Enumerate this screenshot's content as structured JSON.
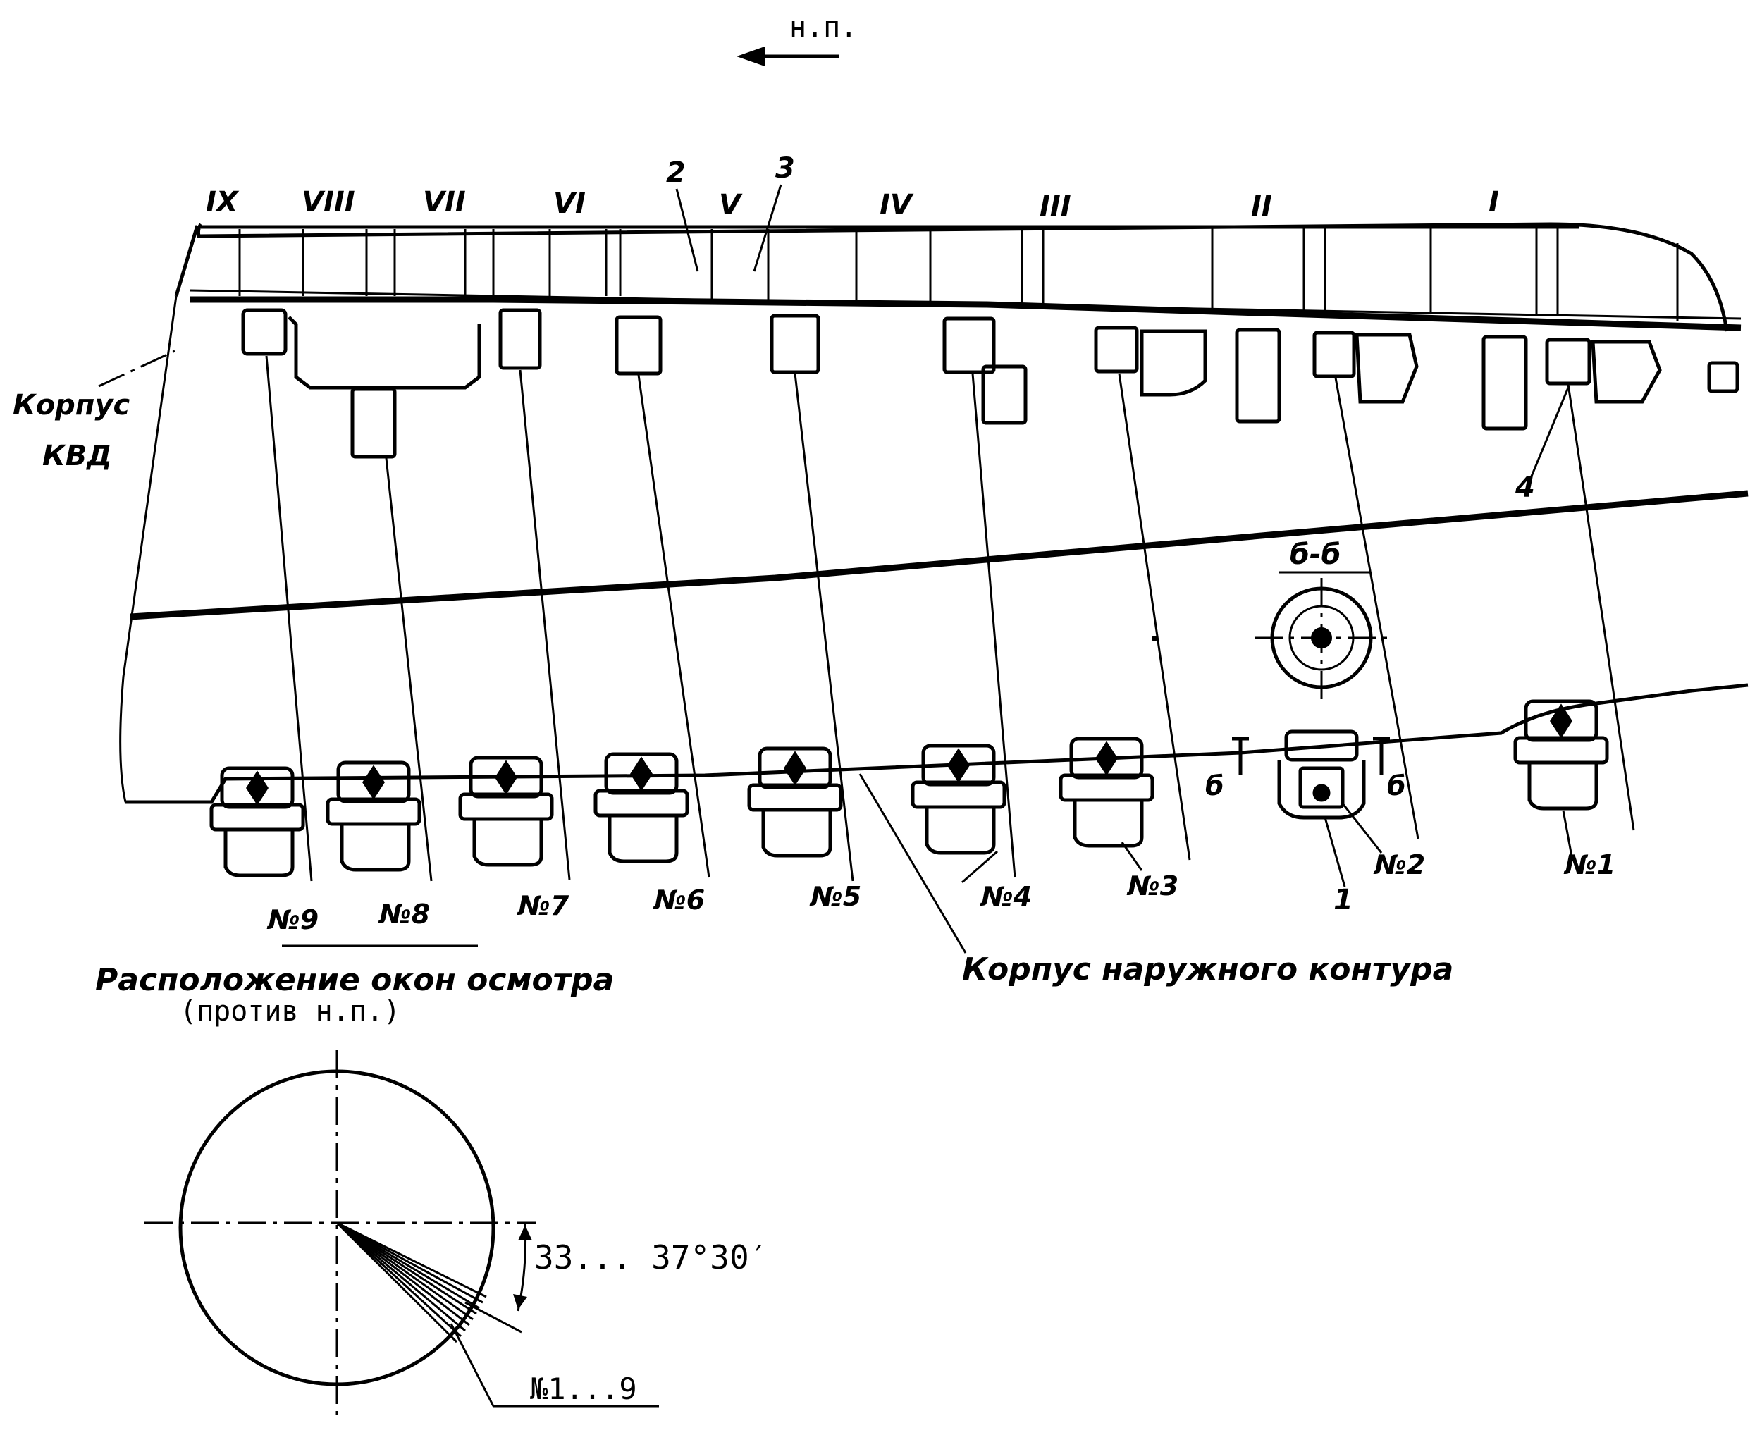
{
  "direction": {
    "label": "н.п."
  },
  "stages": [
    "IX",
    "VIII",
    "VII",
    "VI",
    "V",
    "IV",
    "III",
    "II",
    "I"
  ],
  "callouts": {
    "c1": "1",
    "c2": "2",
    "c3": "3",
    "c4": "4"
  },
  "hp_casing": {
    "line1": "Корпус",
    "line2": "КВД"
  },
  "outer_casing": {
    "label": "Корпус наружного контура"
  },
  "section": {
    "label": "б-б",
    "mark_left": "б",
    "mark_right": "б"
  },
  "windows": [
    {
      "label": "№9"
    },
    {
      "label": "№8"
    },
    {
      "label": "№7"
    },
    {
      "label": "№6"
    },
    {
      "label": "№5"
    },
    {
      "label": "№4"
    },
    {
      "label": "№3"
    },
    {
      "label": "№2"
    },
    {
      "label": "№1"
    }
  ],
  "layout_caption": {
    "title": "Расположение окон осмотра",
    "subtitle": "(против н.п.)"
  },
  "angle": {
    "label": "33... 37°30′",
    "range_label": "№1...9"
  }
}
